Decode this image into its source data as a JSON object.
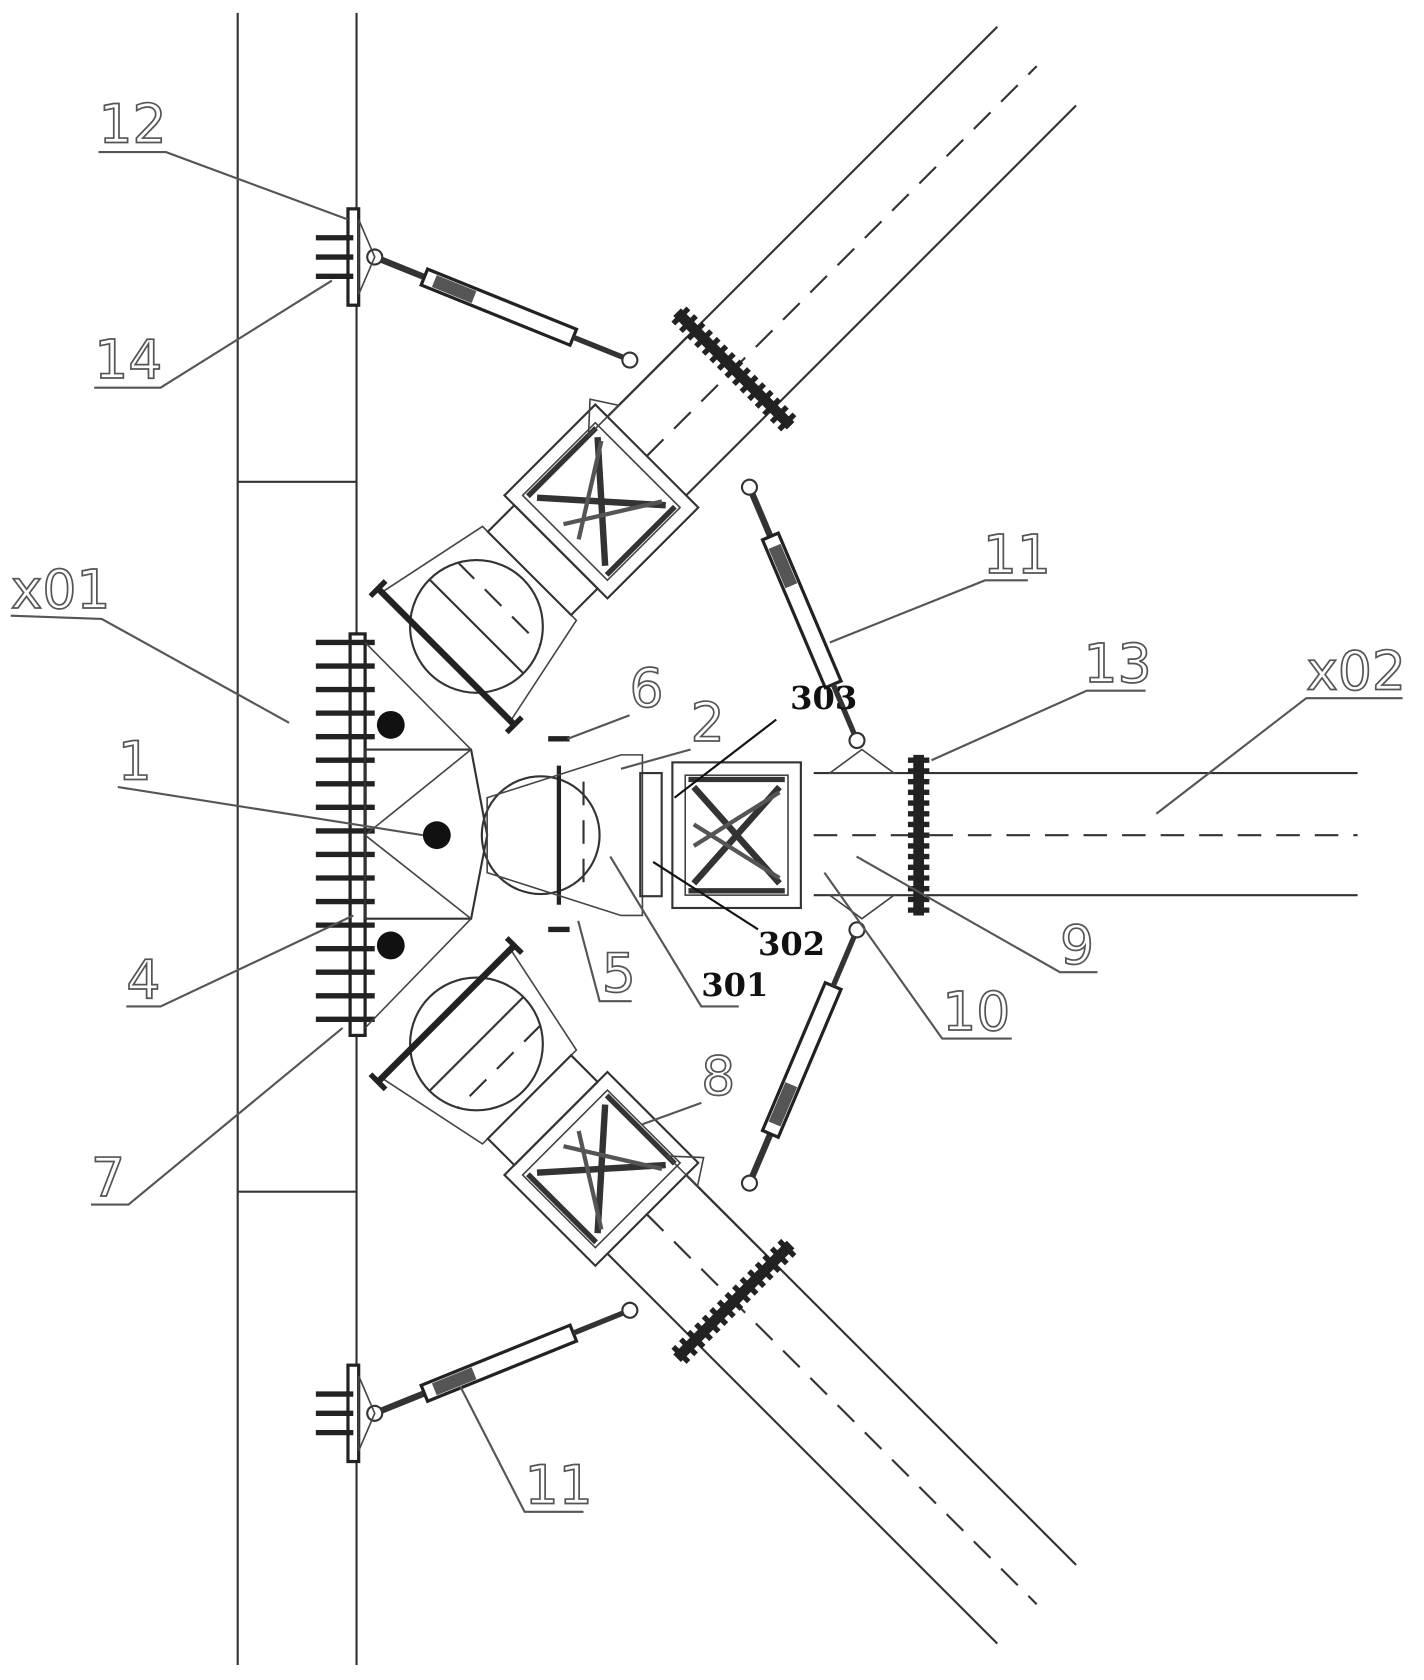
{
  "figure": {
    "labels": {
      "l12": "12",
      "l14": "14",
      "lx01": "x01",
      "l1": "1",
      "l4": "4",
      "l7": "7",
      "l6": "6",
      "l2": "2",
      "l5": "5",
      "l301": "301",
      "l302": "302",
      "l303": "303",
      "l8": "8",
      "l11a": "11",
      "l11b": "11",
      "l13": "13",
      "lx02": "x02",
      "l9": "9",
      "l10": "10"
    }
  }
}
